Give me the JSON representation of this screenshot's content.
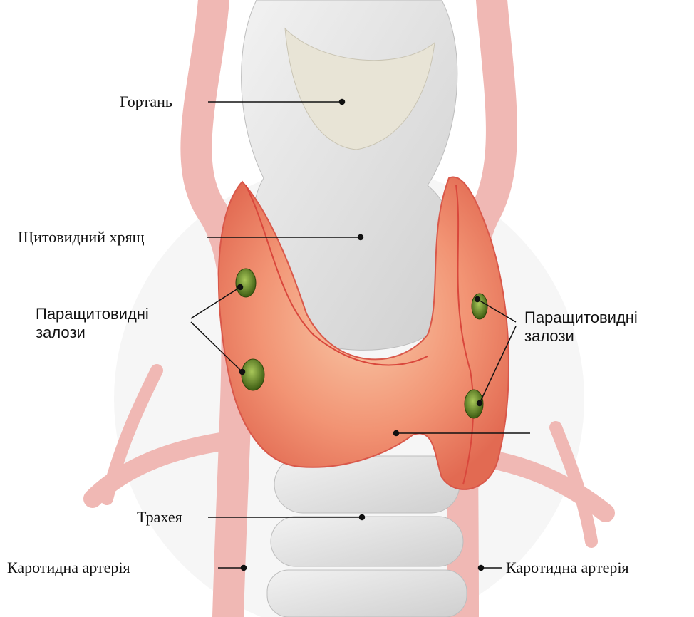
{
  "labels": {
    "larynx": "Гортань",
    "thyroid_cartilage": "Щитовидний хрящ",
    "parathyroid_left": "Паращитовидні залози",
    "parathyroid_right": "Паращитовидні залози",
    "trachea": "Трахея",
    "carotid_left": "Каротидна  артерія",
    "carotid_right": "Каротидна артерія"
  },
  "colors": {
    "background": "#ffffff",
    "label_text": "#111111",
    "leader_line": "#111111",
    "artery": "#f0b8b4",
    "thyroid_gland": "#f08a6c",
    "parathyroid": "#6a8f2a",
    "cartilage": "#e6e6e6"
  }
}
